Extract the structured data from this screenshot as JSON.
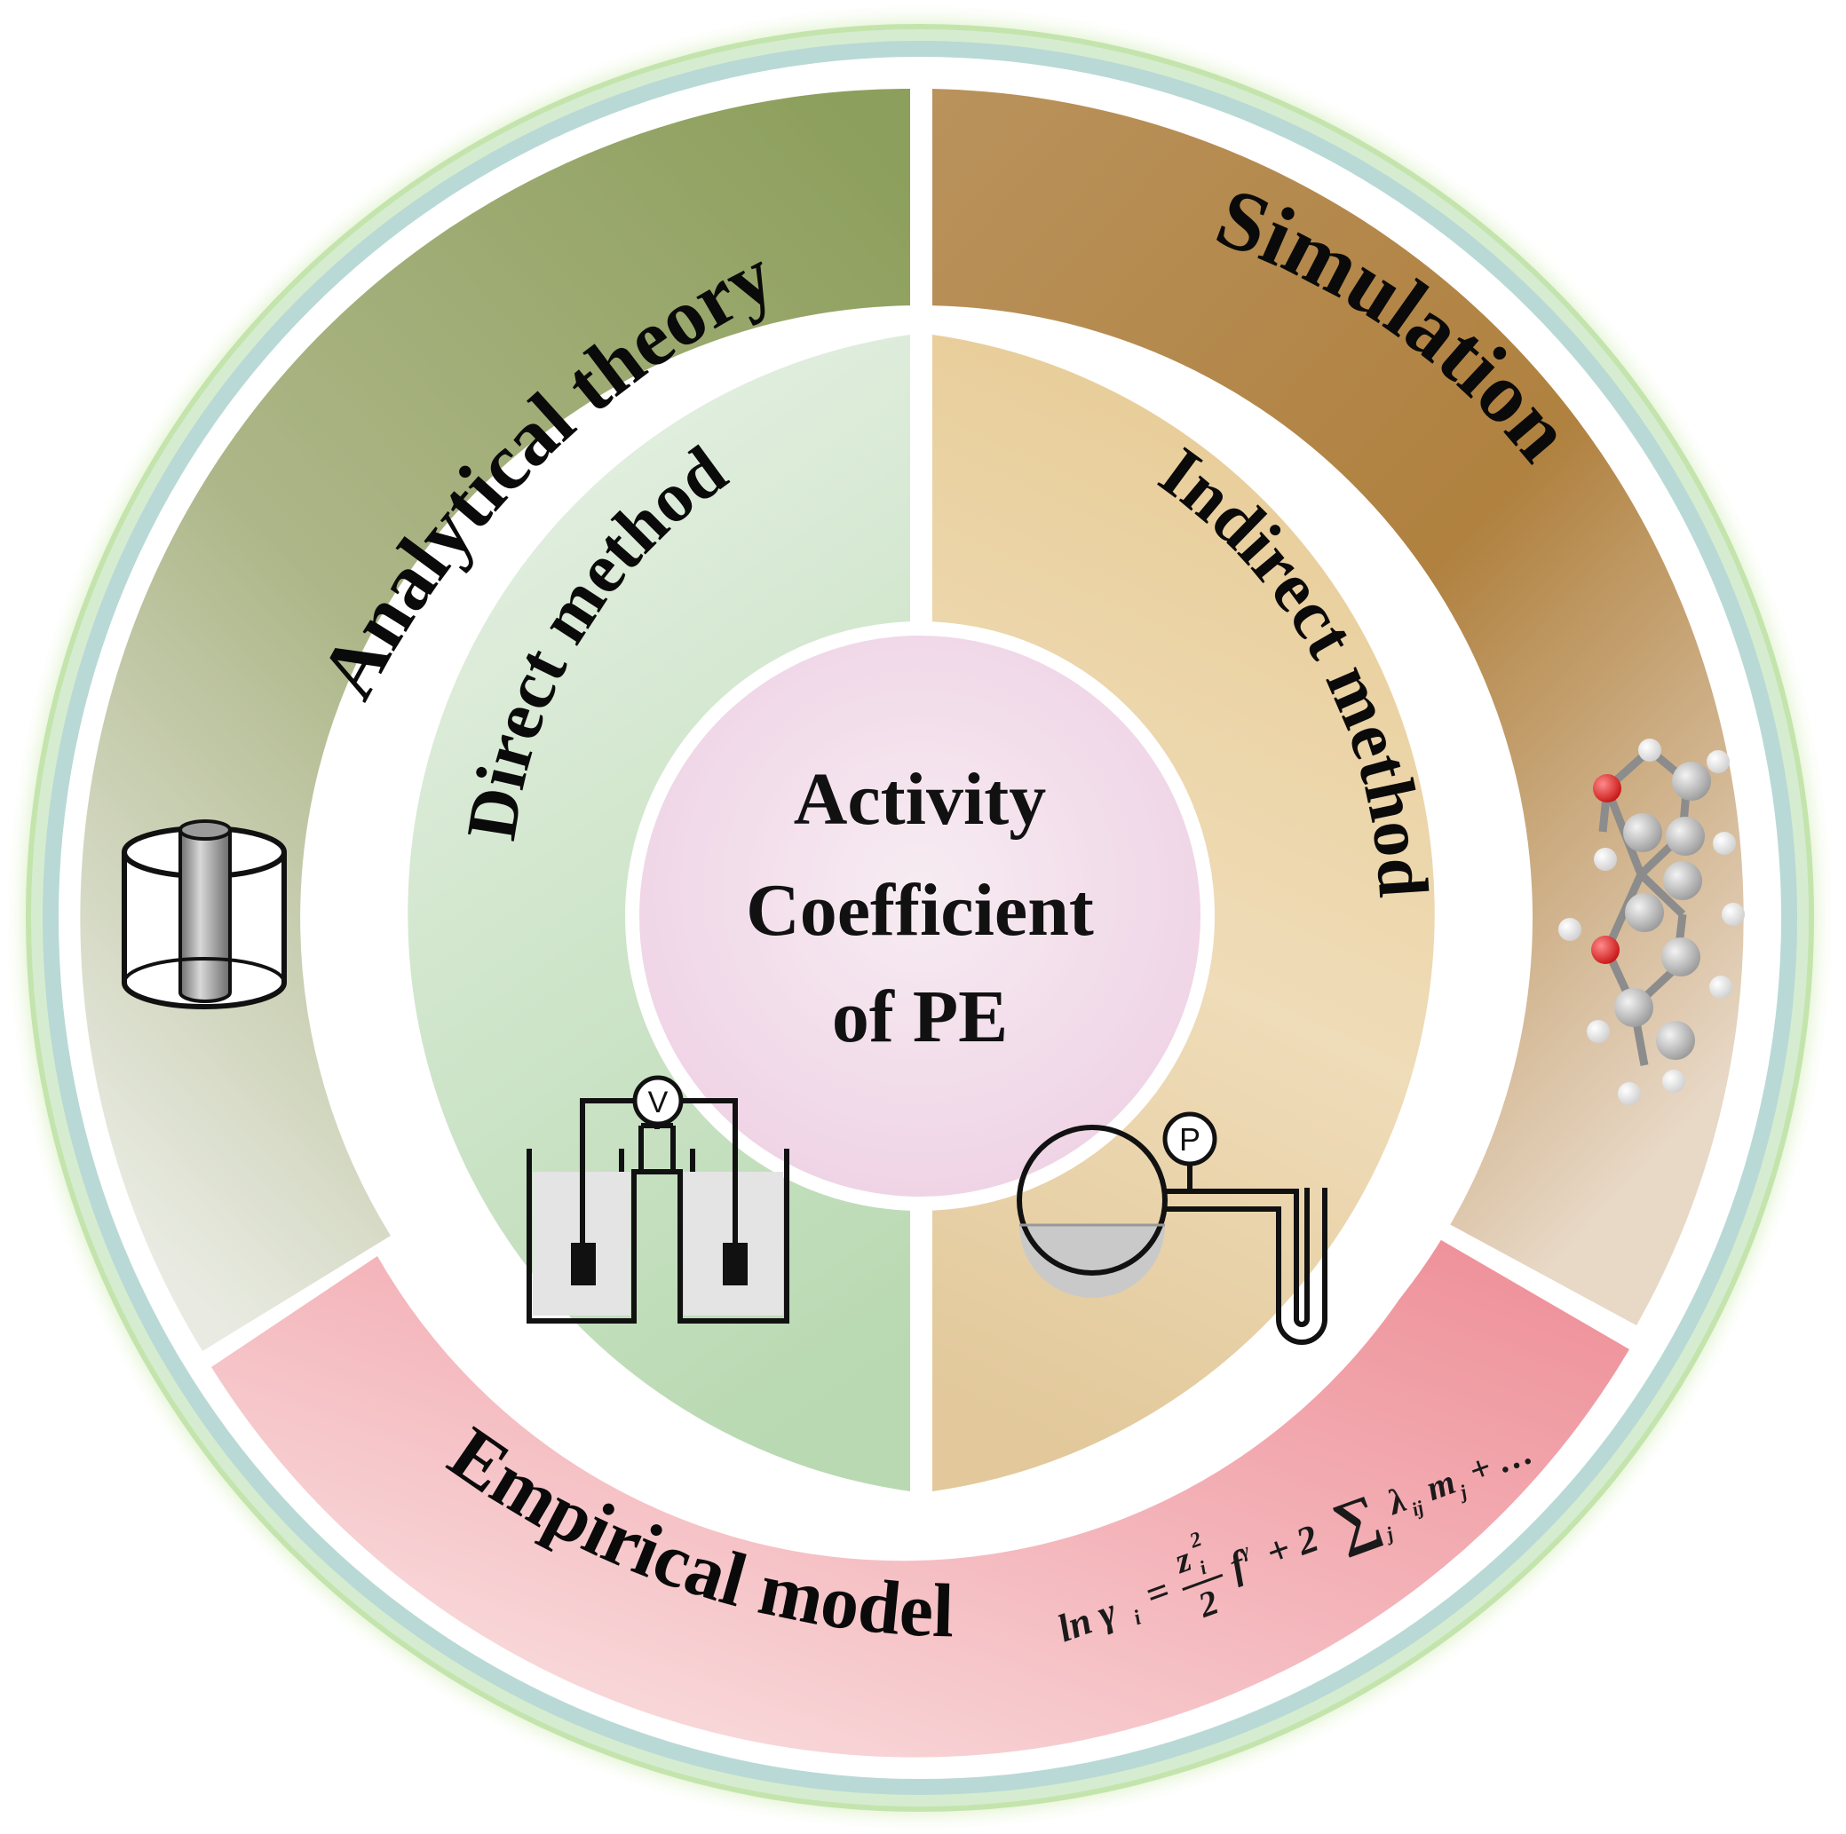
{
  "outer_ring": {
    "analytical_theory": "Analytical theory",
    "simulation": "Simulation",
    "empirical_model": "Empirical model"
  },
  "inner_ring": {
    "direct_method": "Direct method",
    "indirect_method": "Indirect method"
  },
  "center": {
    "line1": "Activity",
    "line2": "Coefficient",
    "line3": "of PE"
  },
  "icons": {
    "voltmeter_symbol": "V",
    "pressure_symbol": "P"
  },
  "formula": {
    "lhs": "ln γ",
    "lhs_sub": "i",
    "equals": "=",
    "z": "z",
    "z_sub": "i",
    "z_sup": "2",
    "denominator": "2",
    "f": "f",
    "f_sup": "γ",
    "plus_two": "+ 2",
    "sigma": "∑",
    "sigma_sub": "j",
    "lambda": "λ",
    "lambda_sub": "ij",
    "m": "m",
    "m_sub": "j",
    "tail": "+ …"
  },
  "colors": {
    "analytical_theory": "#9aa86c",
    "simulation": "#b5874d",
    "empirical_model": "#f0a6ac",
    "direct_method": "#c7e0c2",
    "indirect_method": "#e6cc9a",
    "center": "#f1d9ea",
    "oxygen_atom": "#e02020",
    "carbon_atom": "#b9b9b9",
    "hydrogen_atom": "#f4f4f4"
  }
}
